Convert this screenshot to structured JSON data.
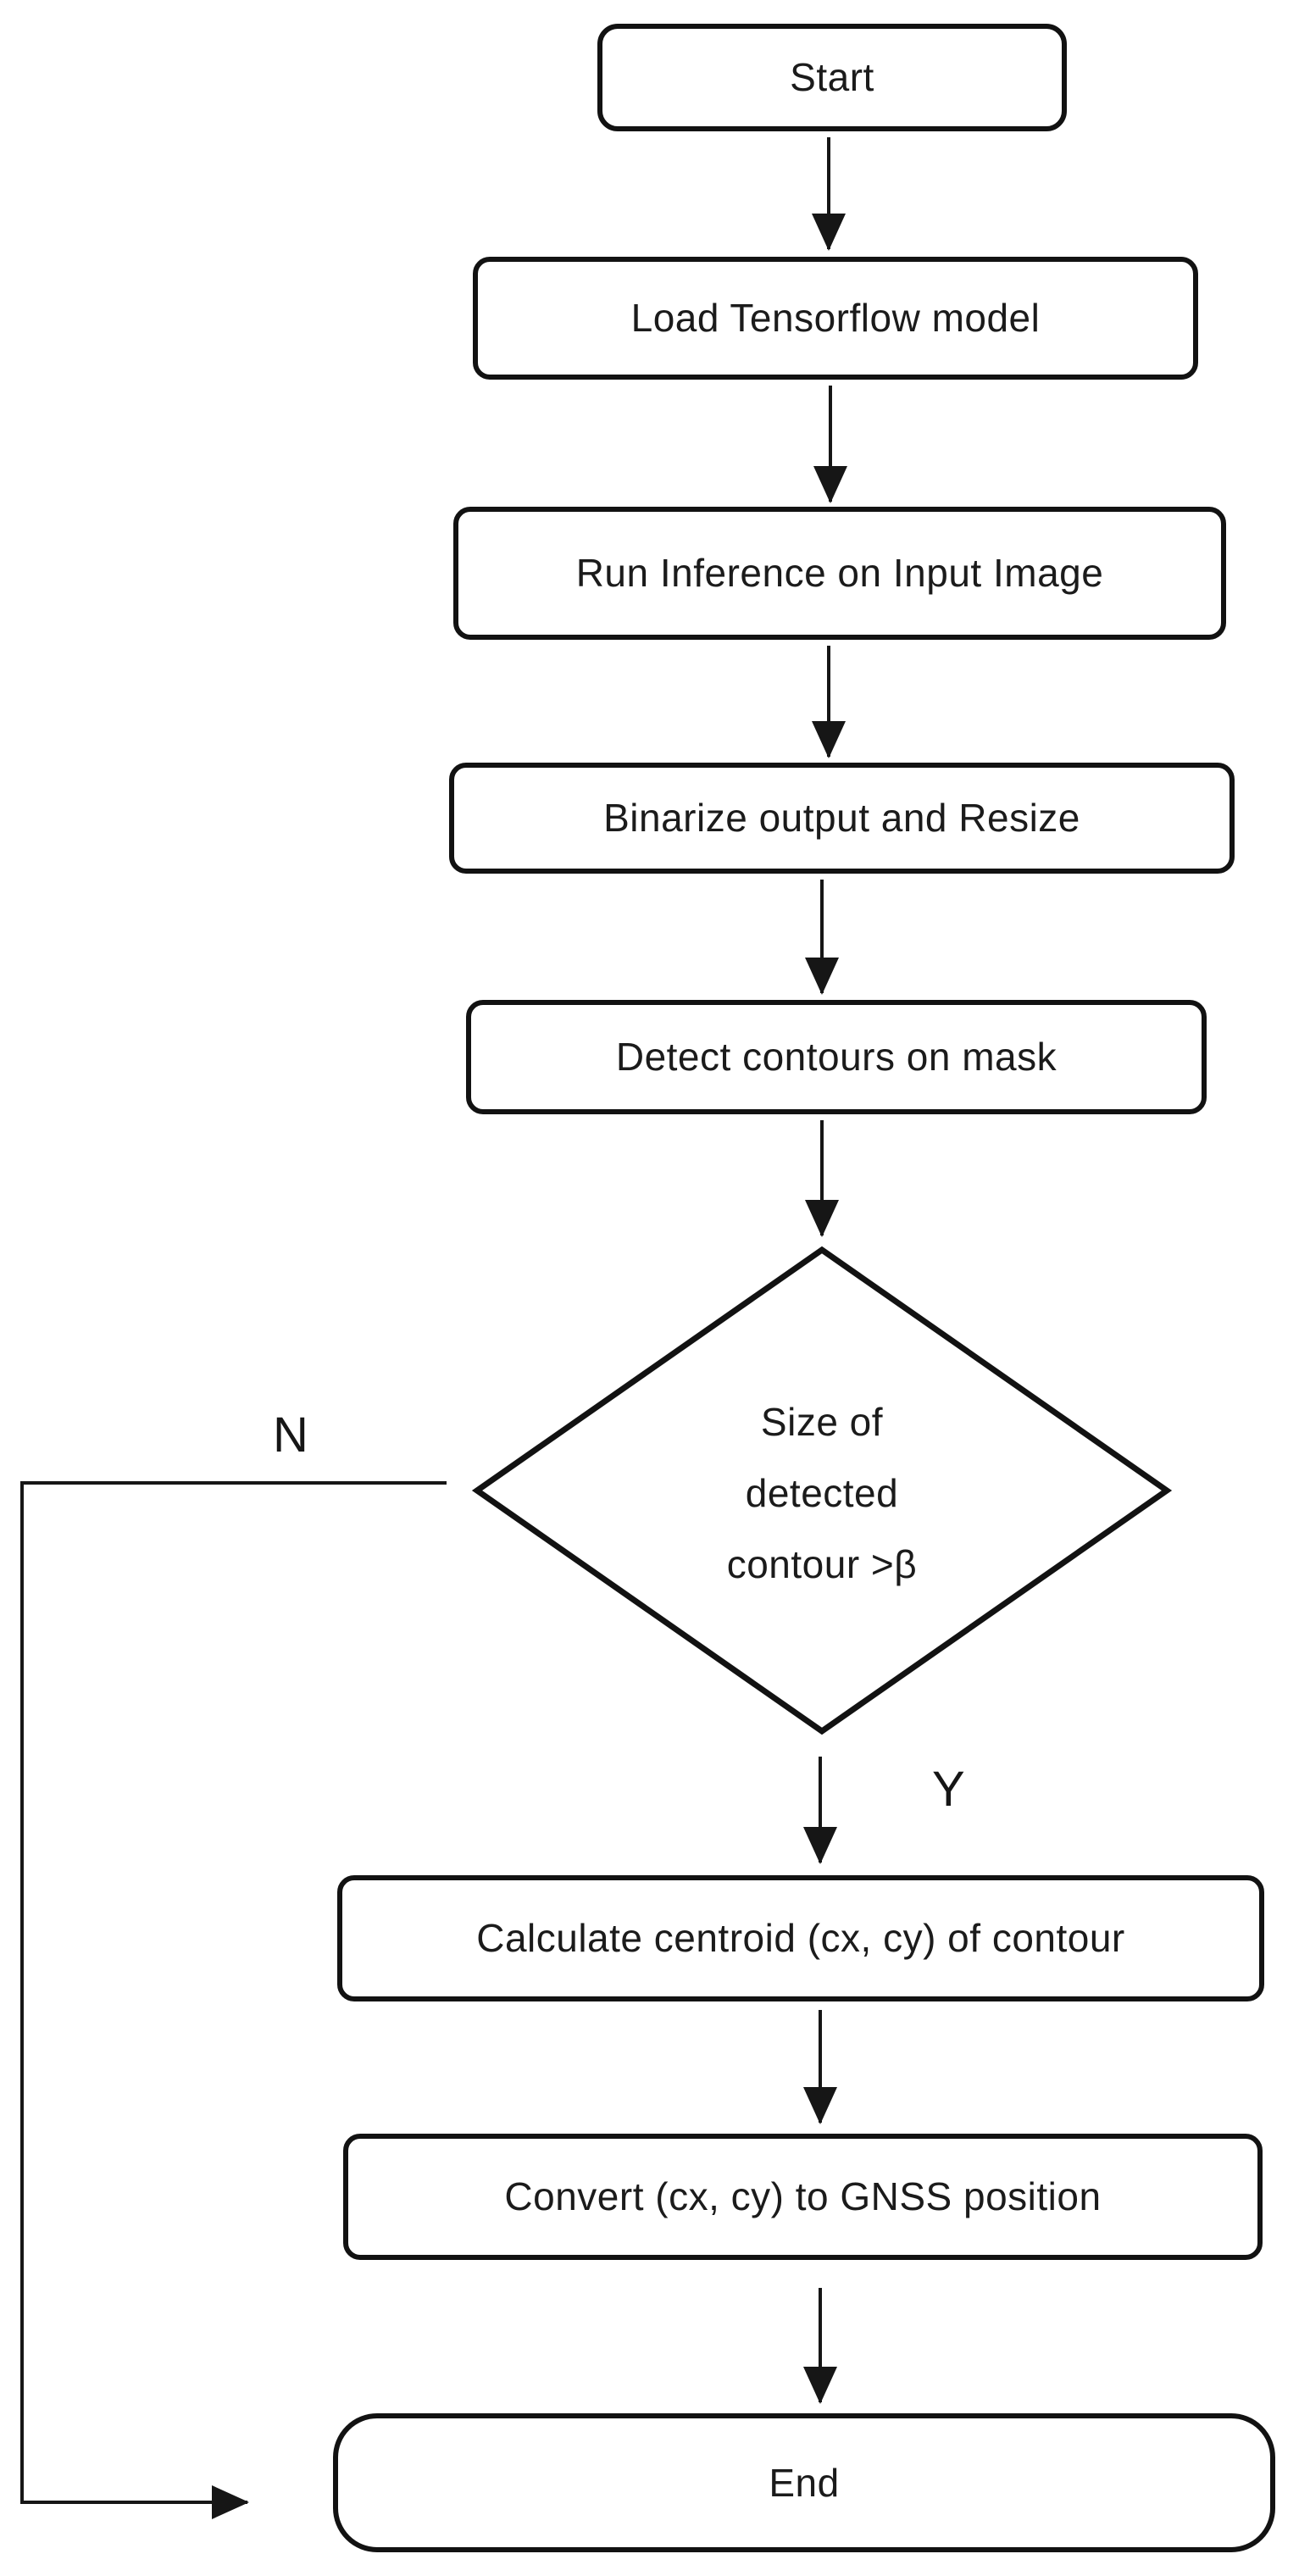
{
  "flowchart": {
    "nodes": [
      {
        "id": "start",
        "type": "terminator",
        "label": "Start"
      },
      {
        "id": "load-model",
        "type": "process",
        "label": "Load Tensorflow model"
      },
      {
        "id": "run-inference",
        "type": "process",
        "label": "Run Inference on Input Image"
      },
      {
        "id": "binarize",
        "type": "process",
        "label": "Binarize output and Resize"
      },
      {
        "id": "detect-contours",
        "type": "process",
        "label": "Detect contours on mask"
      },
      {
        "id": "size-decision",
        "type": "decision",
        "label": "Size of detected contour >β",
        "lines": [
          "Size of",
          "detected",
          "contour >β"
        ]
      },
      {
        "id": "calculate-centroid",
        "type": "process",
        "label": "Calculate centroid (cx, cy) of contour"
      },
      {
        "id": "convert-gnss",
        "type": "process",
        "label": "Convert (cx, cy) to GNSS position"
      },
      {
        "id": "end",
        "type": "terminator",
        "label": "End"
      }
    ],
    "branch_labels": {
      "no": "N",
      "yes": "Y"
    },
    "edges": [
      {
        "from": "start",
        "to": "load-model"
      },
      {
        "from": "load-model",
        "to": "run-inference"
      },
      {
        "from": "run-inference",
        "to": "binarize"
      },
      {
        "from": "binarize",
        "to": "detect-contours"
      },
      {
        "from": "detect-contours",
        "to": "size-decision"
      },
      {
        "from": "size-decision",
        "to": "calculate-centroid",
        "label": "Y"
      },
      {
        "from": "calculate-centroid",
        "to": "convert-gnss"
      },
      {
        "from": "convert-gnss",
        "to": "end"
      },
      {
        "from": "size-decision",
        "to": "end",
        "label": "N"
      }
    ],
    "colors": {
      "line": "#161616",
      "shape_fill": "#ffffff",
      "text": "#1b1b1b"
    }
  }
}
